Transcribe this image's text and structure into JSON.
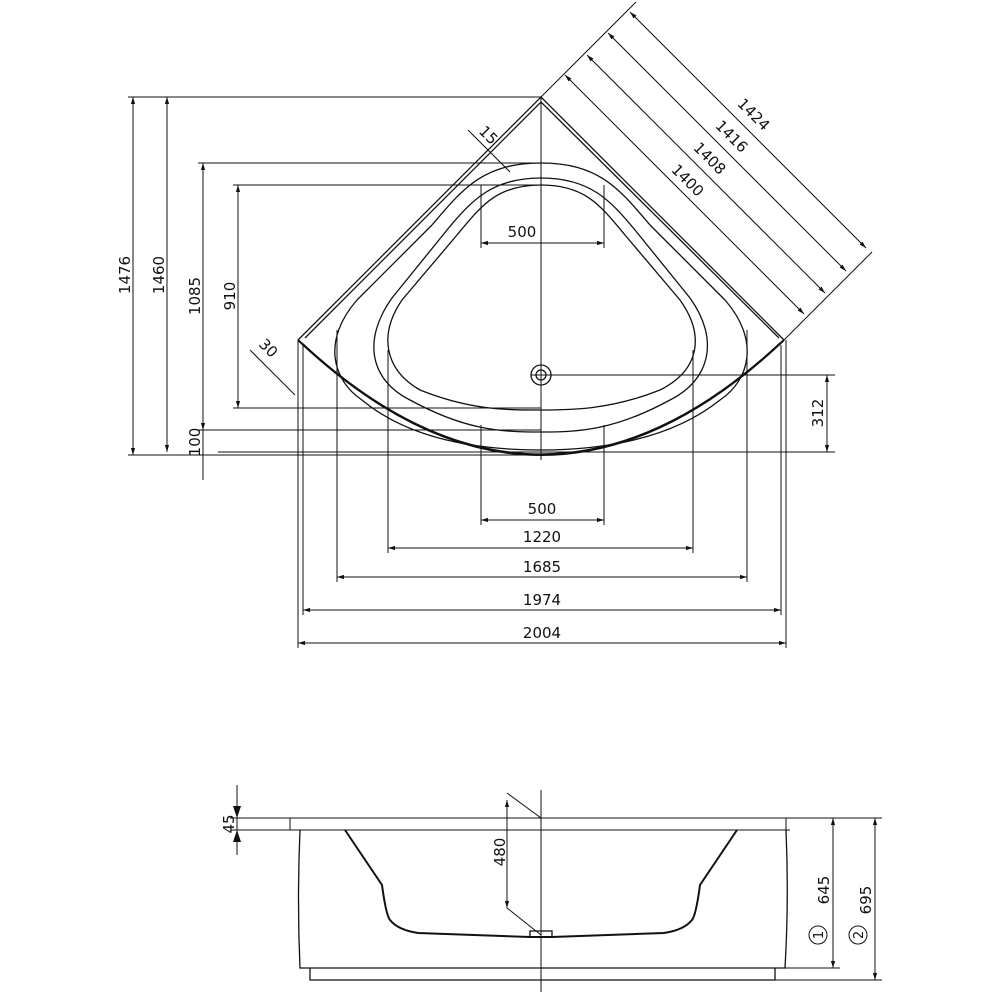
{
  "plan_view": {
    "height_dims": {
      "d1476": "1476",
      "d1460": "1460",
      "d1085": "1085",
      "d910": "910",
      "d100": "100"
    },
    "side_dims": {
      "d1424": "1424",
      "d1416": "1416",
      "d1408": "1408",
      "d1400": "1400",
      "d15": "15",
      "d30": "30"
    },
    "inner_top_width": "500",
    "drain_offset": "312",
    "width_dims": {
      "d500": "500",
      "d1220": "1220",
      "d1685": "1685",
      "d1974": "1974",
      "d2004": "2004"
    }
  },
  "section_view": {
    "rim": "45",
    "depth": "480",
    "height1": "645",
    "height2": "695",
    "marker1": "1",
    "marker2": "2"
  }
}
